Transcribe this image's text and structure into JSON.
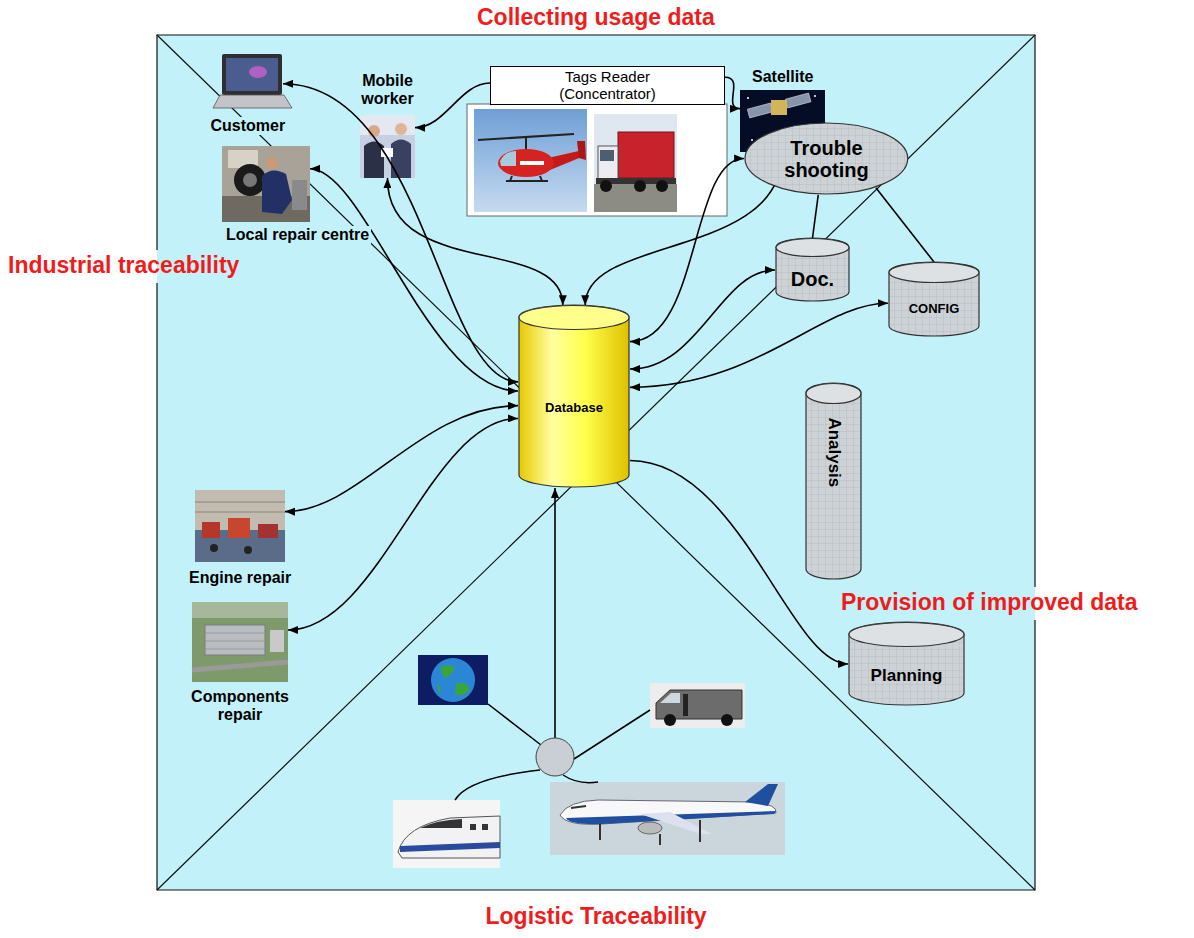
{
  "diagram": {
    "nodes": [
      {
        "text": [
          "Tags Reader (Concentrator)"
        ]
      },
      {
        "text": [
          "Mobile worker"
        ]
      },
      {
        "text": [
          "Satellite"
        ]
      },
      {
        "text": [
          "Customer"
        ]
      },
      {
        "text": [
          "Trouble shooting"
        ]
      },
      {
        "text": [
          "Local repair centre"
        ]
      },
      {
        "text": [
          "Doc."
        ]
      },
      {
        "text": [
          "CONFIG"
        ]
      },
      {
        "text": [
          "Database"
        ]
      },
      {
        "text": [
          "Analysis"
        ]
      },
      {
        "text": [
          "Engine repair"
        ]
      },
      {
        "text": [
          "Planning"
        ]
      },
      {
        "text": [
          "Components repair"
        ]
      }
    ],
    "edges": [
      {
        "from": 0,
        "to": 1,
        "arrow": "to"
      },
      {
        "from": 0,
        "to": 2,
        "arrow": "to"
      },
      {
        "from": 2,
        "to": 8,
        "arrow": "to"
      },
      {
        "from": 1,
        "to": 8,
        "arrow": "both"
      },
      {
        "from": 8,
        "to": 3,
        "arrow": "both"
      },
      {
        "from": 8,
        "to": 5,
        "arrow": "both"
      },
      {
        "from": 8,
        "to": 10,
        "arrow": "both"
      },
      {
        "from": 8,
        "to": 12,
        "arrow": "both"
      },
      {
        "from": 8,
        "to": 4,
        "arrow": "both"
      },
      {
        "from": 8,
        "to": 6,
        "arrow": "both"
      },
      {
        "from": 8,
        "to": 7,
        "arrow": "both"
      },
      {
        "from": 8,
        "to": 11,
        "arrow": "to"
      },
      {
        "from": 4,
        "to": 6,
        "arrow": "none"
      },
      {
        "from": 4,
        "to": 7,
        "arrow": "none"
      }
    ],
    "labels": [
      "Collecting usage data",
      "Industrial traceability",
      "Provision of improved data",
      "Logistic Traceability"
    ]
  }
}
